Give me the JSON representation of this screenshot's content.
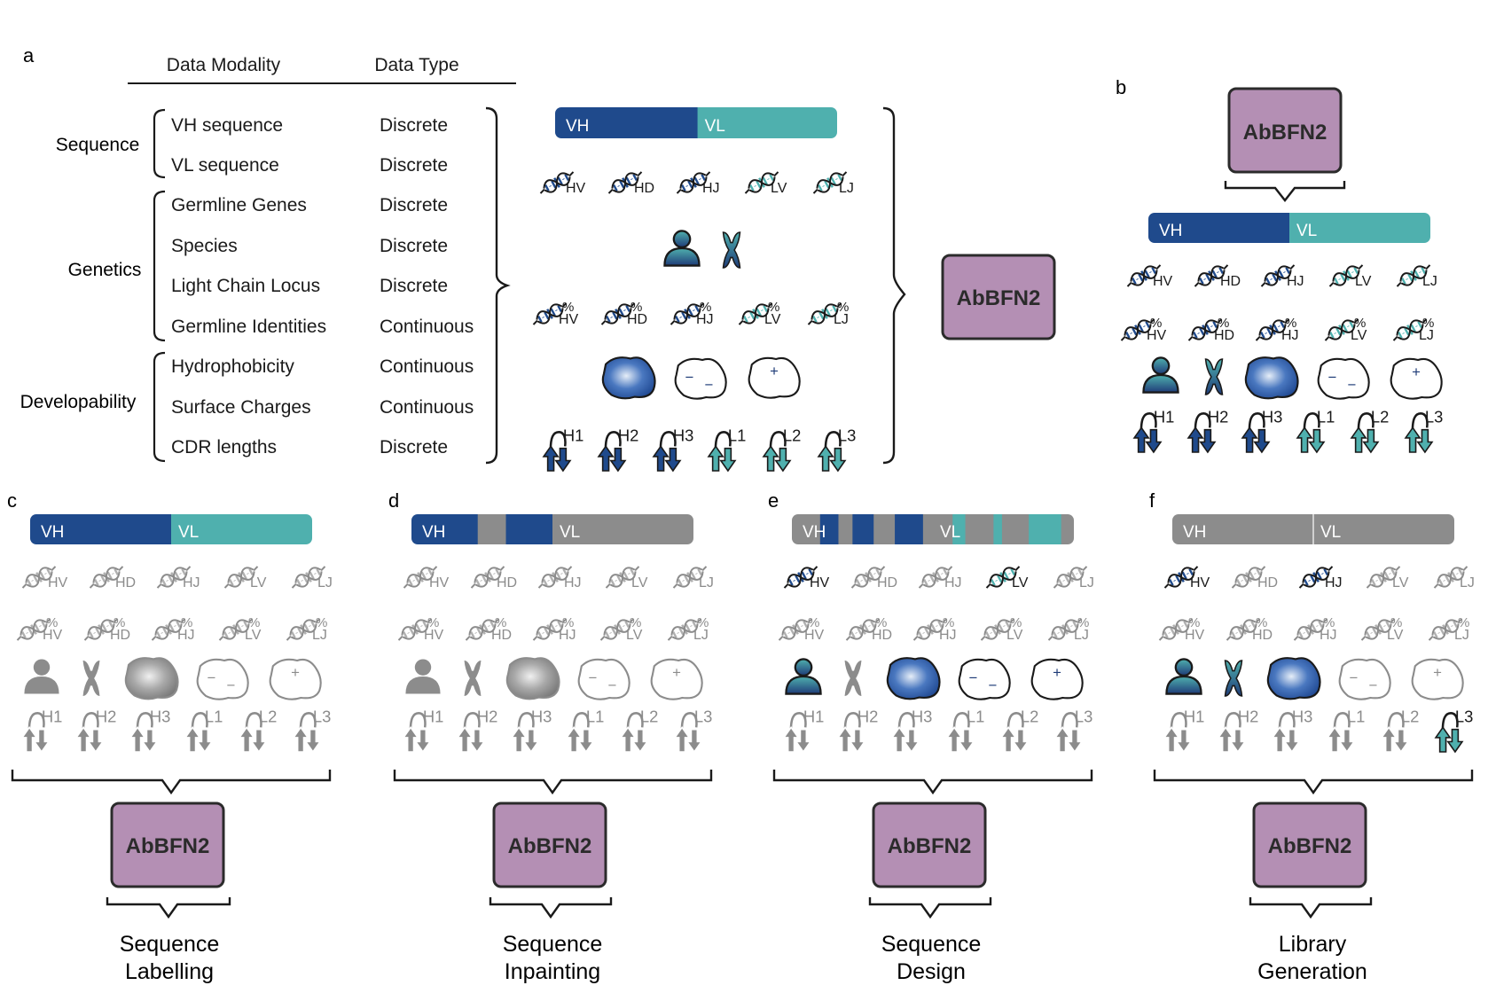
{
  "colors": {
    "vh_blue": "#1f4a8c",
    "vl_teal": "#4fb0ae",
    "grey": "#8c8c8c",
    "model_fill": "#b48fb4",
    "model_stroke": "#2b2b2b",
    "navy": "#1f3c78",
    "text": "#1a1a1a"
  },
  "panel_a": {
    "letter": "a",
    "col_modality": "Data Modality",
    "col_type": "Data Type",
    "groups": [
      {
        "name": "Sequence",
        "rows": [
          {
            "modality": "VH sequence",
            "type": "Discrete"
          },
          {
            "modality": "VL sequence",
            "type": "Discrete"
          }
        ]
      },
      {
        "name": "Genetics",
        "rows": [
          {
            "modality": "Germline Genes",
            "type": "Discrete"
          },
          {
            "modality": "Species",
            "type": "Discrete"
          },
          {
            "modality": "Light Chain Locus",
            "type": "Discrete"
          },
          {
            "modality": "Germline Identities",
            "type": "Continuous"
          }
        ]
      },
      {
        "name": "Developability",
        "rows": [
          {
            "modality": "Hydrophobicity",
            "type": "Continuous"
          },
          {
            "modality": "Surface Charges",
            "type": "Continuous"
          },
          {
            "modality": "CDR lengths",
            "type": "Discrete"
          }
        ]
      }
    ],
    "model_label": "AbBFN2"
  },
  "bar_labels": {
    "vh": "VH",
    "vl": "VL"
  },
  "gene_labels": [
    "HV",
    "HD",
    "HJ",
    "LV",
    "LJ"
  ],
  "identity_symbol": "%",
  "cdr_labels": [
    "H1",
    "H2",
    "H3",
    "L1",
    "L2",
    "L3"
  ],
  "charge_symbols": {
    "minus": "−",
    "plus": "+"
  },
  "panel_b": {
    "letter": "b",
    "model_label": "AbBFN2"
  },
  "tasks": [
    {
      "letter": "c",
      "model_label": "AbBFN2",
      "title_line1": "Sequence",
      "title_line2": "Labelling"
    },
    {
      "letter": "d",
      "model_label": "AbBFN2",
      "title_line1": "Sequence",
      "title_line2": "Inpainting"
    },
    {
      "letter": "e",
      "model_label": "AbBFN2",
      "title_line1": "Sequence",
      "title_line2": "Design"
    },
    {
      "letter": "f",
      "model_label": "AbBFN2",
      "title_line1": "Library",
      "title_line2": "Generation"
    }
  ]
}
